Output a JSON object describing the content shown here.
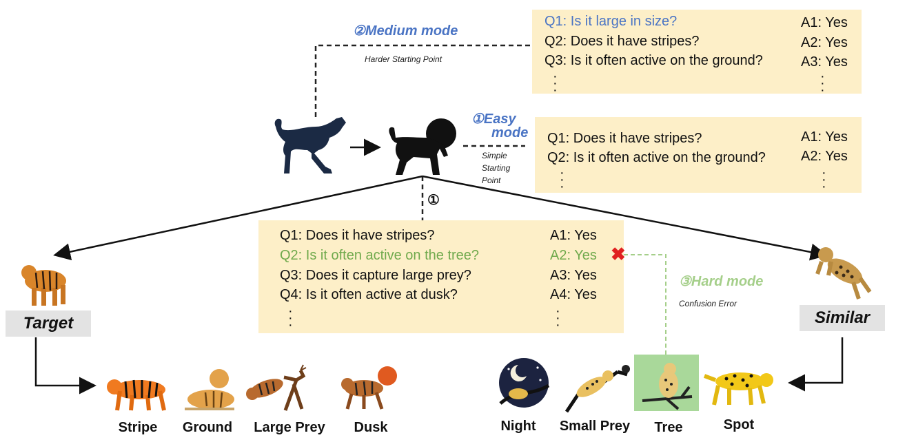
{
  "modes": {
    "medium": {
      "label": "②Medium mode",
      "note": "Harder Starting  Point"
    },
    "easy": {
      "label_line1": "①Easy",
      "label_line2": "mode",
      "note_line1": "Simple",
      "note_line2": "Starting",
      "note_line3": "Point"
    },
    "hard": {
      "label": "③Hard mode",
      "note": "Confusion Error"
    },
    "path_marker": "①"
  },
  "medium_box": {
    "questions": [
      "Q1: Is it large in size?",
      "Q2: Does it have stripes?",
      "Q3: Is it often active on the ground?"
    ],
    "answers": [
      "A1: Yes",
      "A2: Yes",
      "A3: Yes"
    ]
  },
  "easy_box": {
    "questions": [
      "Q1: Does it have stripes?",
      "Q2: Is it often active on the ground?"
    ],
    "answers": [
      "A1: Yes",
      "A2: Yes"
    ]
  },
  "center_box": {
    "questions": [
      "Q1: Does it have stripes?",
      "Q2: Is it often active on the tree?",
      "Q3: Does it capture large prey?",
      "Q4: Is it often active at dusk?"
    ],
    "answers": [
      "A1: Yes",
      "A2: Yes",
      "A3: Yes",
      "A4: Yes"
    ]
  },
  "labels": {
    "target": "Target",
    "similar": "Similar"
  },
  "target_attributes": [
    "Stripe",
    "Ground",
    "Large Prey",
    "Dusk"
  ],
  "similar_attributes": [
    "Night",
    "Small Prey",
    "Tree",
    "Spot"
  ],
  "colors": {
    "box_fill": "#fdefc8",
    "blue_text": "#4a74c4",
    "green_text": "#6fa94c",
    "hard_mode": "#a5cf8a",
    "error": "#e02020",
    "tree_highlight": "#a9d89a"
  }
}
